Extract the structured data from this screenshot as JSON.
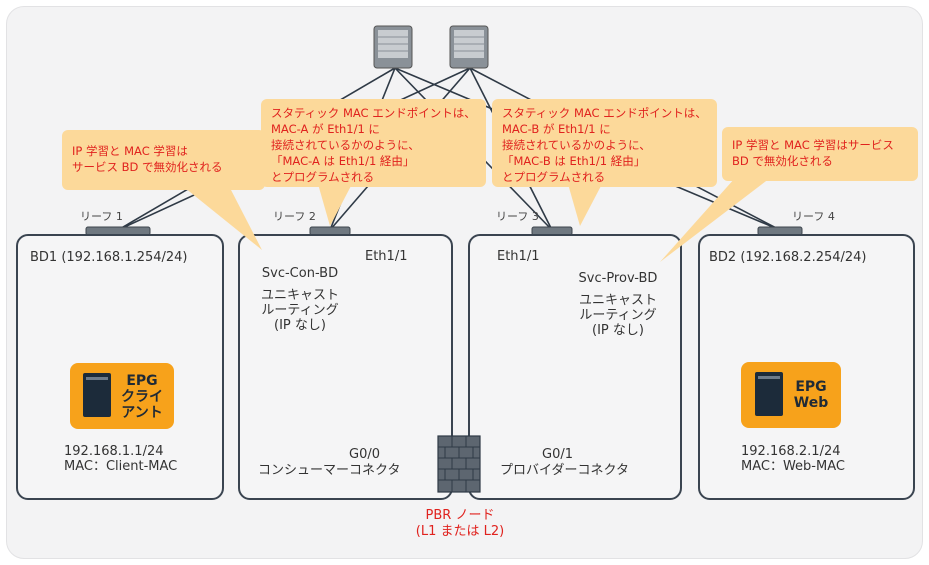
{
  "leaves": {
    "leaf1": "リーフ 1",
    "leaf2": "リーフ 2",
    "leaf3": "リーフ 3",
    "leaf4": "リーフ 4"
  },
  "callouts": {
    "left": [
      "IP 学習と MAC 学習は",
      "サービス BD で無効化される"
    ],
    "center_left": [
      "スタティック MAC エンドポイントは、",
      "MAC-A が Eth1/1 に",
      "接続されているかのように、",
      "「MAC-A は Eth1/1 経由」",
      "とプログラムされる"
    ],
    "center_right": [
      "スタティック MAC エンドポイントは、",
      "MAC-B が Eth1/1 に",
      "接続されているかのように、",
      "「MAC-B は Eth1/1 経由」",
      "とプログラムされる"
    ],
    "right": [
      "IP 学習と MAC 学習はサービス",
      "BD で無効化される"
    ]
  },
  "bd1": {
    "title": "BD1 (192.168.1.254/24)",
    "epg": [
      "EPG",
      "クライ",
      "アント"
    ],
    "ip": "192.168.1.1/24",
    "mac": "MAC：Client-MAC"
  },
  "svc_con": {
    "title": "Svc-Con-BD",
    "desc": [
      "ユニキャスト",
      "ルーティング",
      "(IP なし)"
    ],
    "port": "Eth1/1",
    "interface": "G0/0",
    "connector": "コンシューマーコネクタ"
  },
  "svc_prov": {
    "title": "Svc-Prov-BD",
    "desc": [
      "ユニキャスト",
      "ルーティング",
      "(IP なし)"
    ],
    "port": "Eth1/1",
    "interface": "G0/1",
    "connector": "プロバイダーコネクタ"
  },
  "bd2": {
    "title": "BD2 (192.168.2.254/24)",
    "epg": [
      "EPG",
      "Web"
    ],
    "ip": "192.168.2.1/24",
    "mac": "MAC：Web-MAC"
  },
  "pbr": [
    "PBR ノード",
    "(L1 または L2)"
  ],
  "colors": {
    "callout_bg": "#fcd99a",
    "callout_text": "#e0221e",
    "epg": "#f7a21b",
    "box_border": "#3a4450"
  }
}
